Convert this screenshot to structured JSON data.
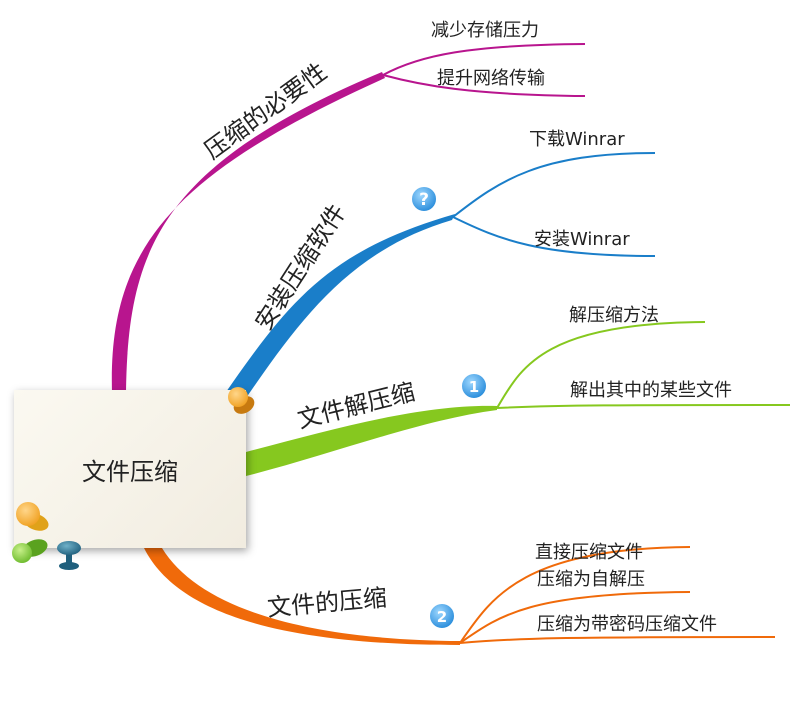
{
  "central": {
    "label": "文件压缩"
  },
  "colors": {
    "magenta": "#b8158e",
    "blue": "#1a7ec9",
    "green": "#86c81f",
    "orange": "#f06a0a"
  },
  "branches": [
    {
      "label": "压缩的必要性",
      "color": "magenta",
      "children": [
        "减少存储压力",
        "提升网络传输"
      ]
    },
    {
      "label": "安装压缩软件",
      "color": "blue",
      "marker": {
        "icon": "question-icon",
        "text": "?"
      },
      "children": [
        "下载Winrar",
        "安装Winrar"
      ]
    },
    {
      "label": "文件解压缩",
      "color": "green",
      "marker": {
        "icon": "priority-1-icon",
        "text": "1"
      },
      "children": [
        "解压缩方法",
        "解出其中的某些文件"
      ]
    },
    {
      "label": "文件的压缩",
      "color": "orange",
      "marker": {
        "icon": "priority-2-icon",
        "text": "2"
      },
      "children": [
        "直接压缩文件",
        "压缩为自解压",
        "压缩为带密码压缩文件"
      ]
    }
  ]
}
